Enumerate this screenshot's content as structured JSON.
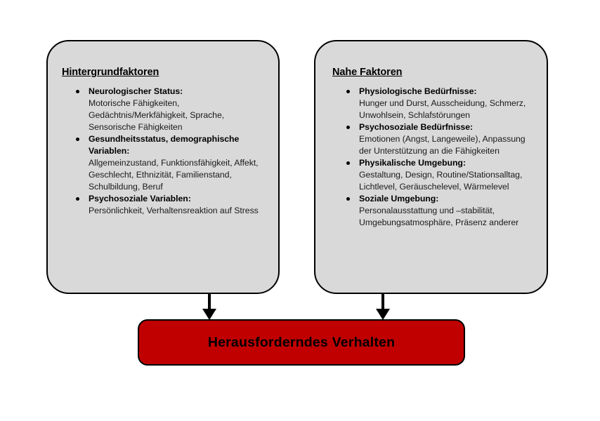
{
  "diagram": {
    "title_text": "Herausforderndes  Verhalten",
    "colors": {
      "box_fill": "#D9D9D9",
      "box_border": "#000000",
      "outcome_fill": "#C00000",
      "background": "#FFFFFF",
      "text": "#000000"
    },
    "boxes": [
      {
        "id": "hintergrundfaktoren",
        "title": "Hintergrundfaktoren",
        "items": [
          {
            "head": "Neurologischer Status:",
            "body": "Motorische Fähigkeiten, Gedächtnis/Merkfähigkeit, Sprache, Sensorische Fähigkeiten"
          },
          {
            "head": "Gesundheitsstatus, demographische Variablen:",
            "body": "Allgemeinzustand, Funktionsfähigkeit, Affekt, Geschlecht, Ethnizität, Familienstand, Schulbildung, Beruf"
          },
          {
            "head": "Psychosoziale Variablen:",
            "body": "Persönlichkeit, Verhaltensreaktion auf Stress"
          }
        ]
      },
      {
        "id": "nahe-faktoren",
        "title": "Nahe Faktoren",
        "items": [
          {
            "head": "Physiologische Bedürfnisse:",
            "body": "Hunger und Durst,  Ausscheidung, Schmerz, Unwohlsein, Schlafstörungen"
          },
          {
            "head": "Psychosoziale Bedürfnisse:",
            "body": "Emotionen (Angst, Langeweile), Anpassung der Unterstützung an die Fähigkeiten"
          },
          {
            "head": "Physikalische Umgebung:",
            "body": "Gestaltung, Design, Routine/Stationsalltag, Lichtlevel, Geräuschelevel, Wärmelevel"
          },
          {
            "head": "Soziale Umgebung:",
            "body": "Personalausstattung und –stabilität, Umgebungsatmosphäre, Präsenz anderer"
          }
        ]
      }
    ],
    "outcome": {
      "label": "Herausforderndes  Verhalten"
    },
    "arrows": [
      {
        "name": "arrow-hintergrundfaktoren-to-outcome"
      },
      {
        "name": "arrow-nahe-faktoren-to-outcome"
      }
    ]
  }
}
